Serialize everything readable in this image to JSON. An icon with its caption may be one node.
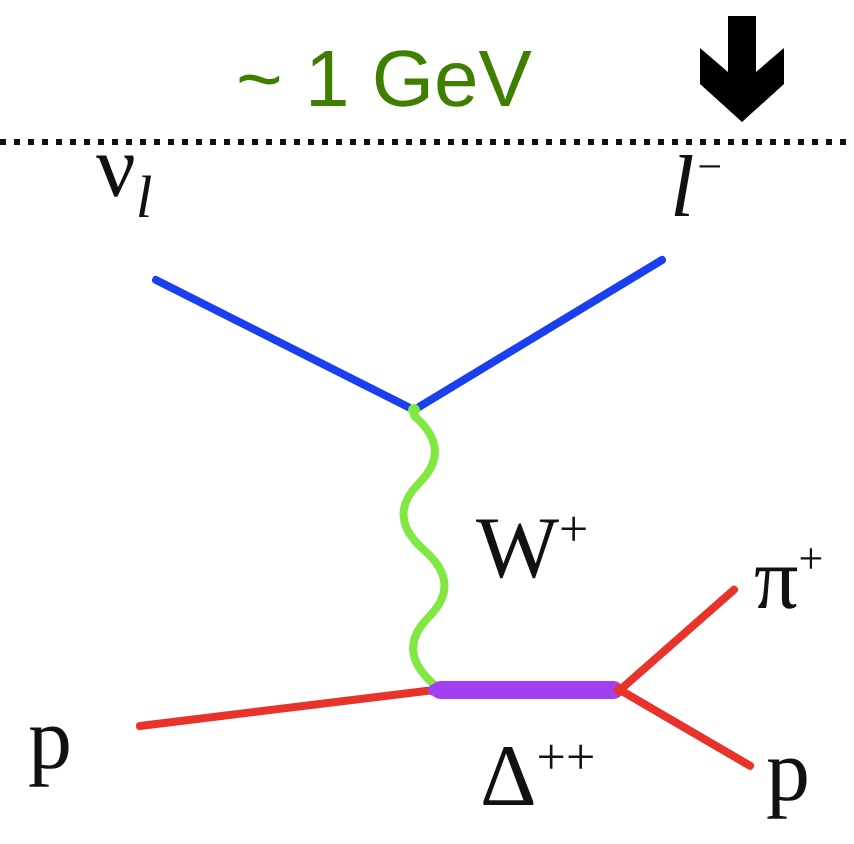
{
  "diagram": {
    "nodes": [
      {
        "text": [
          "ν$_{l}$"
        ]
      },
      {
        "text": [
          "l$^{−}$"
        ]
      },
      {
        "text": [
          "p"
        ]
      },
      {
        "text": [
          "π$^{+}$"
        ]
      },
      {
        "text": [
          "p"
        ]
      },
      {
        "text": [],
        "shape": "dot"
      },
      {
        "text": [],
        "shape": "dot"
      },
      {
        "text": [],
        "shape": "dot"
      }
    ],
    "edges": [
      {
        "from": 0,
        "to": 5,
        "arrow": "none",
        "color": "#1a3ff0"
      },
      {
        "from": 5,
        "to": 1,
        "arrow": "none",
        "color": "#1a3ff0"
      },
      {
        "from": 5,
        "to": 6,
        "arrow": "none",
        "label": "W$^{+}$",
        "color": "#80e840"
      },
      {
        "from": 2,
        "to": 6,
        "arrow": "none"
      },
      {
        "from": 6,
        "to": 7,
        "arrow": "none",
        "label": "Δ$^{++}$",
        "style": "thick",
        "color": "#a040f0"
      },
      {
        "from": 7,
        "to": 3,
        "arrow": "none"
      },
      {
        "from": 7,
        "to": 4,
        "arrow": "none"
      }
    ],
    "labels": [
      "~ 1 GeV"
    ]
  }
}
